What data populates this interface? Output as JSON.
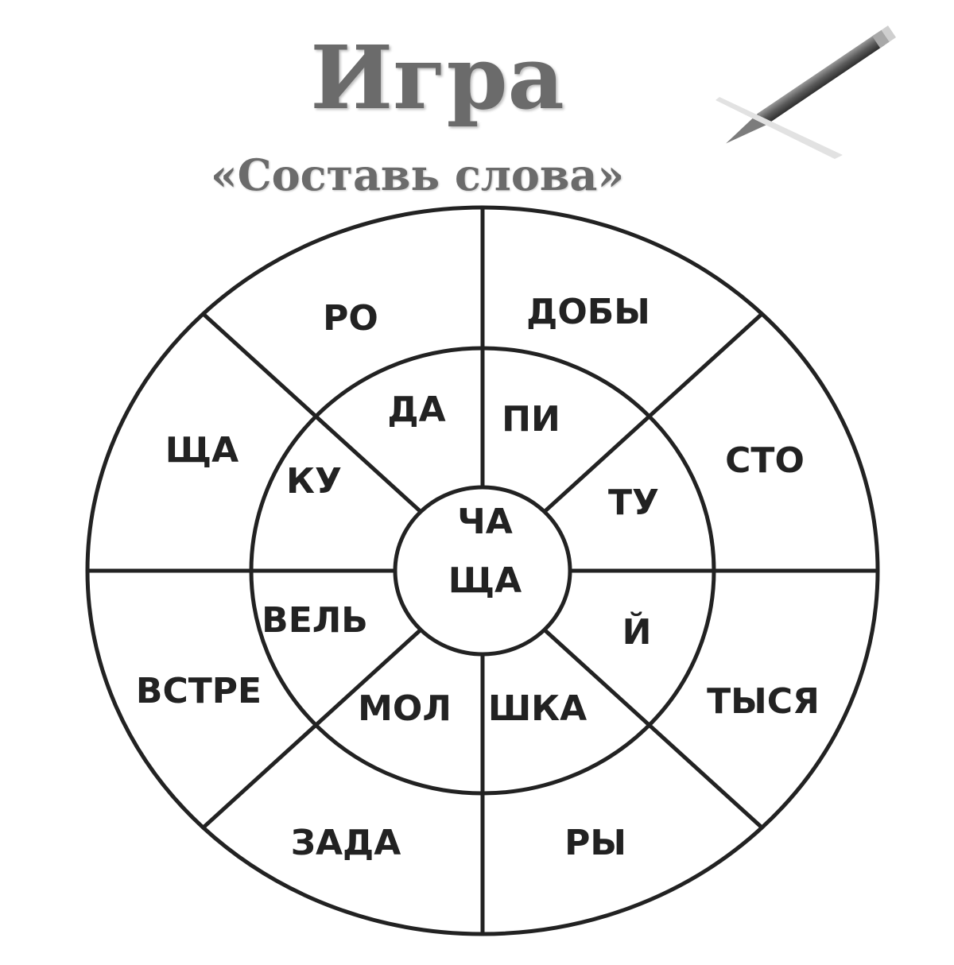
{
  "title": "Игра",
  "subtitle": "«Составь слова»",
  "decor": {
    "pencil_icon": "pencil-icon"
  },
  "wheel": {
    "center": [
      "ЧА",
      "ЩА"
    ],
    "inner": [
      "ПИ",
      "ТУ",
      "Й",
      "ШКА",
      "МОЛ",
      "ВЕЛЬ",
      "КУ",
      "ДА"
    ],
    "outer": [
      "ДОБЫ",
      "СТО",
      "ТЫСЯ",
      "РЫ",
      "ЗАДА",
      "ВСТРЕ",
      "ЩА",
      "РО"
    ]
  },
  "colors": {
    "title": "#6b6b6b",
    "lines": "#222222",
    "text": "#222222"
  }
}
